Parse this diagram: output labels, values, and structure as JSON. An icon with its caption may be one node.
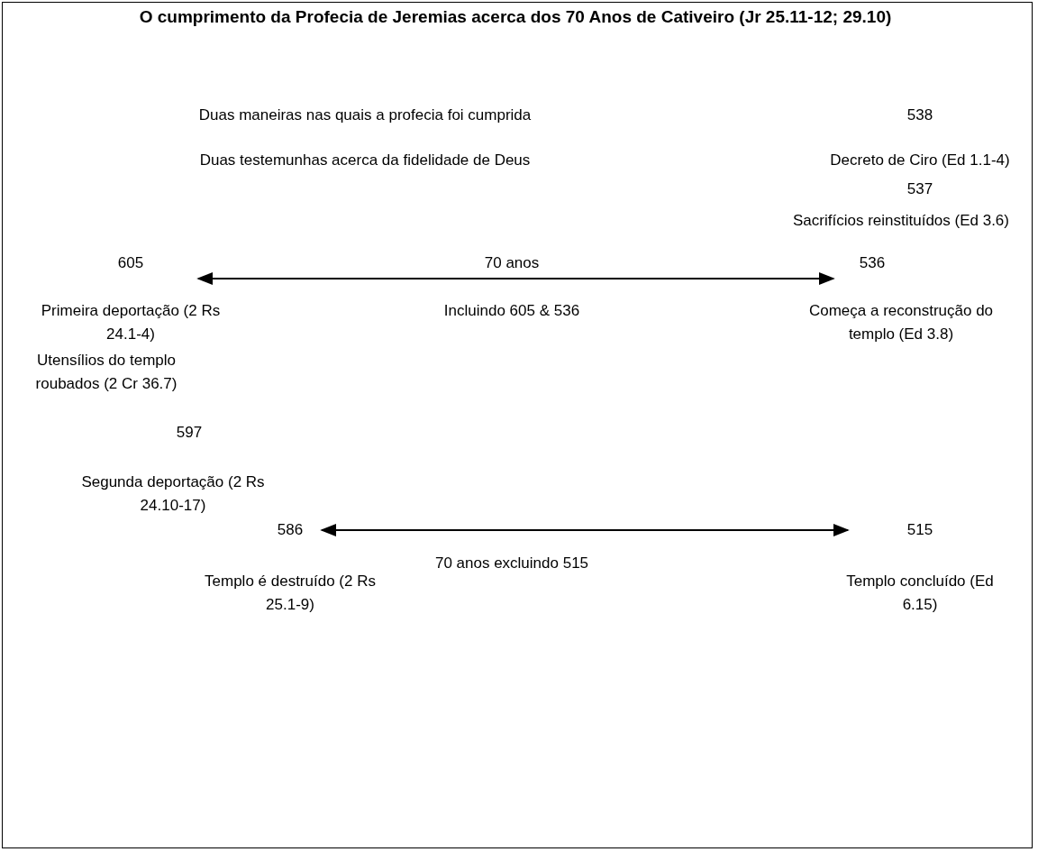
{
  "diagram": {
    "title": "O cumprimento da Profecia de Jeremias acerca dos 70 Anos de Cativeiro (Jr 25.11-12; 29.10)",
    "nodes": [
      {
        "text": [
          "605"
        ],
        "beside": [
          "Primeira deportação (2 Rs 24.1-4)"
        ]
      },
      {
        "text": [
          "536"
        ],
        "beside": [
          "Começa a reconstrução do templo (Ed 3.8)"
        ]
      },
      {
        "text": [
          "586"
        ],
        "beside": [
          "Templo é destruído (2 Rs 25.1-9)"
        ]
      },
      {
        "text": [
          "515"
        ],
        "beside": [
          "Templo concluído (Ed 6.15)"
        ]
      }
    ],
    "edges": [
      {
        "from": 0,
        "to": 1,
        "arrow": "both",
        "label": "70 anos"
      },
      {
        "from": 2,
        "to": 3,
        "arrow": "both",
        "label": "70 anos excluindo 515"
      }
    ],
    "labels": [
      "Duas maneiras nas quais a profecia foi cumprida",
      "538",
      "Duas testemunhas acerca da fidelidade de Deus",
      "Decreto de Ciro (Ed 1.1-4)",
      "537",
      "Sacrifícios reinstituídos (Ed 3.6)",
      "Incluindo 605 & 536",
      "Utensílios do templo roubados (2 Cr 36.7)",
      "597",
      "Segunda deportação (2 Rs 24.10-17)"
    ]
  }
}
